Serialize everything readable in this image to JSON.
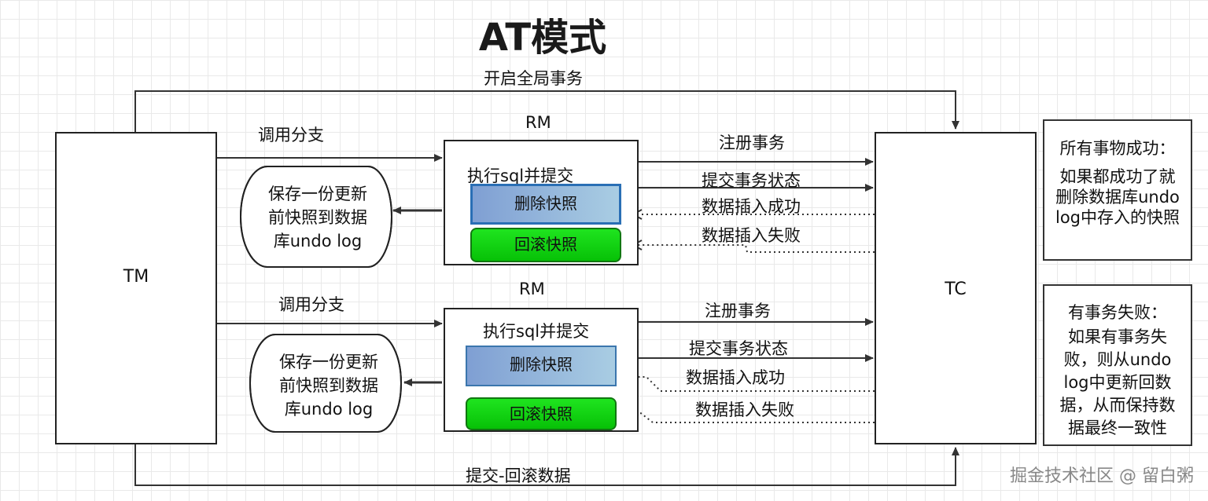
{
  "title": "AT模式",
  "tm": {
    "label": "TM"
  },
  "tc": {
    "label": "TC"
  },
  "arrows": {
    "open_global": "开启全局事务",
    "commit_rollback": "提交-回滚数据"
  },
  "groups": [
    {
      "rm_label": "RM",
      "call_branch": "调用分支",
      "execute": "执行sql并提交",
      "delete_snapshot": "删除快照",
      "rollback_snapshot": "回滚快照",
      "store_lines": [
        "保存一份更新",
        "前快照到数据",
        "库undo log"
      ],
      "register": "注册事务",
      "commit_status": "提交事务状态",
      "insert_success": "数据插入成功",
      "insert_fail": "数据插入失败"
    },
    {
      "rm_label": "RM",
      "call_branch": "调用分支",
      "execute": "执行sql并提交",
      "delete_snapshot": "删除快照",
      "rollback_snapshot": "回滚快照",
      "store_lines": [
        "保存一份更新",
        "前快照到数据",
        "库undo log"
      ],
      "register": "注册事务",
      "commit_status": "提交事务状态",
      "insert_success": "数据插入成功",
      "insert_fail": "数据插入失败"
    }
  ],
  "notes": {
    "success": {
      "heading": "所有事物成功：",
      "lines": [
        "如果都成功了就",
        "删除数据库undo",
        "log中存入的快照"
      ]
    },
    "failure": {
      "heading": "有事务失败：",
      "lines": [
        "如果有事务失",
        "败，则从undo",
        "log中更新回数",
        "据，从而保持数",
        "据最终一致性"
      ]
    }
  },
  "watermark": "掘金技术社区 @ 留白粥"
}
